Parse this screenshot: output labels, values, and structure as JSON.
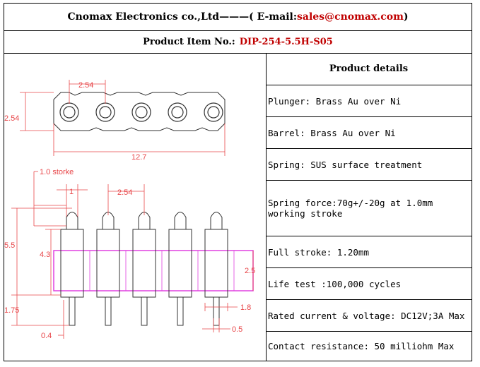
{
  "header": {
    "company": "Cnomax Electronics co.,Ltd———( E-mail: ",
    "email": "sales@cnomax.com",
    "close": ")"
  },
  "item": {
    "label": "Product Item No.:",
    "code": "DIP-254-5.5H-S05"
  },
  "drawing": {
    "pitch_top": "2.54",
    "height_top": "2.54",
    "length_top": "12.7",
    "stroke_label": "1.0 storke",
    "tip_width": "1",
    "pitch_side": "2.54",
    "total_height": "5.5",
    "body_height": "4.3",
    "insulator_height": "2.5",
    "tail_length": "1.75",
    "barrel_dia": "1.8",
    "tail_dia": "0.5",
    "bottom_gap": "0.4"
  },
  "details": {
    "title": "Product details",
    "rows": [
      "Plunger: Brass Au over Ni",
      "Barrel: Brass Au over Ni",
      "Spring: SUS surface treatment",
      "Spring force:70g+/-20g at 1.0mm",
      "working stroke",
      "Full stroke: 1.20mm",
      "Life test :100,000 cycles",
      "Rated current & voltage: DC12V;3A Max",
      "Contact resistance: 50 milliohm Max"
    ]
  },
  "colors": {
    "dimension": "#e8474a",
    "insulator": "#e040e0",
    "email": "#c00000"
  }
}
